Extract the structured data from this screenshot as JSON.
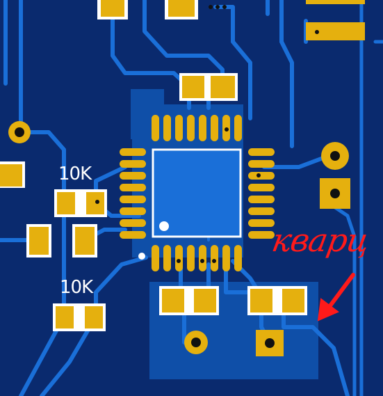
{
  "board": {
    "colors": {
      "substrate": "#0a2a6e",
      "copper_pour": "#0f4fa8",
      "trace": "#1a6fd8",
      "pad": "#e5b00e",
      "silkscreen": "#ffffff",
      "annotation": "#ff1a1a",
      "via_hole": "#111111"
    },
    "labels": {
      "resistor_1": "10K",
      "resistor_2": "10K",
      "annotation": "кварц"
    },
    "icons": [
      "arrow-icon"
    ]
  }
}
